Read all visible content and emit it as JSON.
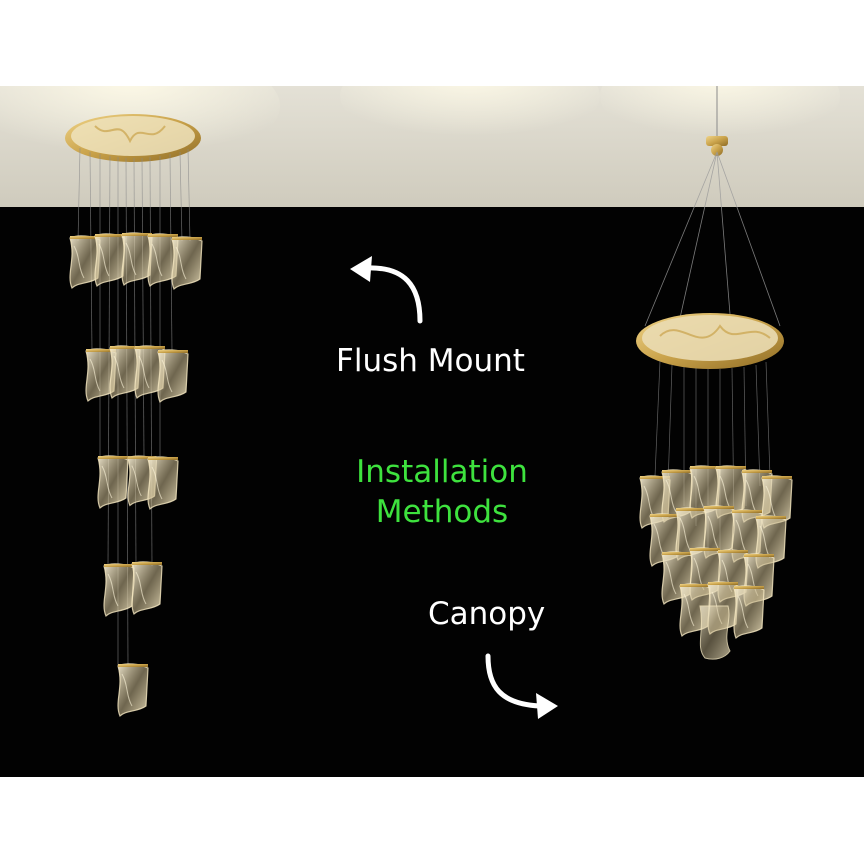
{
  "labels": {
    "flush_mount": "Flush Mount",
    "canopy": "Canopy"
  },
  "heading": {
    "line1": "Installation",
    "line2": "Methods"
  },
  "colors": {
    "background": "#020202",
    "ceiling": "#d9d6c9",
    "heading": "#3ee23e",
    "label": "#ffffff",
    "brass": "#c9a24a",
    "glass": "#e8dcb8"
  },
  "icons": {
    "flush_arrow": "curved-arrow-up-left-icon",
    "canopy_arrow": "curved-arrow-down-right-icon"
  }
}
